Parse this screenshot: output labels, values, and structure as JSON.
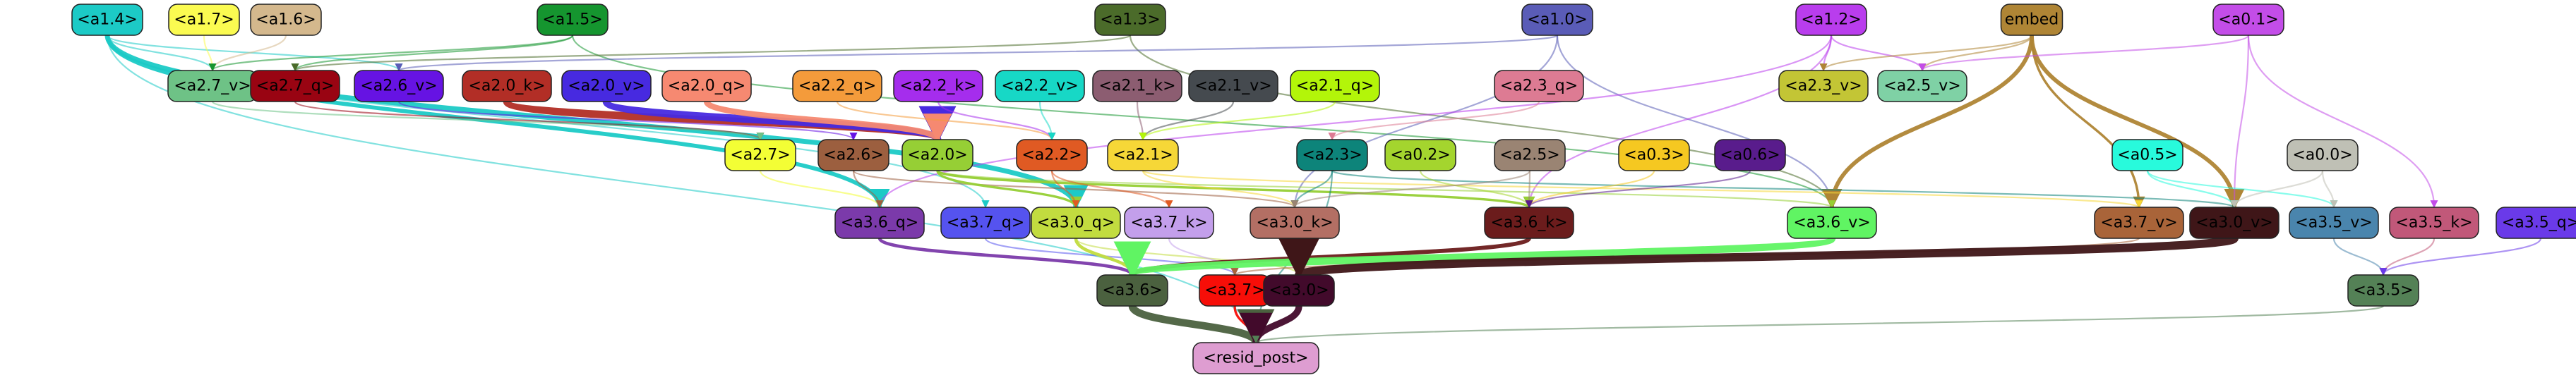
{
  "nodes": [
    {
      "id": "a1_4",
      "label": "<a1.4>",
      "color": "#1ccac6",
      "text": "#000000"
    },
    {
      "id": "a1_7",
      "label": "<a1.7>",
      "color": "#fbfb51",
      "text": "#000000"
    },
    {
      "id": "a1_6",
      "label": "<a1.6>",
      "color": "#d4b88d",
      "text": "#000000"
    },
    {
      "id": "a1_5",
      "label": "<a1.5>",
      "color": "#15952f",
      "text": "#000000"
    },
    {
      "id": "a1_3",
      "label": "<a1.3>",
      "color": "#4b6b2a",
      "text": "#000000"
    },
    {
      "id": "a1_0",
      "label": "<a1.0>",
      "color": "#5a5cb7",
      "text": "#000000"
    },
    {
      "id": "a1_2",
      "label": "<a1.2>",
      "color": "#b93ded",
      "text": "#000000"
    },
    {
      "id": "embed",
      "label": "embed",
      "color": "#af8535",
      "text": "#000000"
    },
    {
      "id": "a0_1",
      "label": "<a0.1>",
      "color": "#c34de8",
      "text": "#000000"
    },
    {
      "id": "a2_7_v",
      "label": "<a2.7_v>",
      "color": "#6ec286",
      "text": "#000000"
    },
    {
      "id": "a2_7_q",
      "label": "<a2.7_q>",
      "color": "#990412",
      "text": "#000000"
    },
    {
      "id": "a2_6_v",
      "label": "<a2.6_v>",
      "color": "#6613e3",
      "text": "#000000"
    },
    {
      "id": "a2_0_k",
      "label": "<a2.0_k>",
      "color": "#b22e26",
      "text": "#000000"
    },
    {
      "id": "a2_0_v",
      "label": "<a2.0_v>",
      "color": "#472ae0",
      "text": "#000000"
    },
    {
      "id": "a2_0_q",
      "label": "<a2.0_q>",
      "color": "#f68971",
      "text": "#000000"
    },
    {
      "id": "a2_2_q",
      "label": "<a2.2_q>",
      "color": "#f49b3b",
      "text": "#000000"
    },
    {
      "id": "a2_2_k",
      "label": "<a2.2_k>",
      "color": "#a52ded",
      "text": "#000000"
    },
    {
      "id": "a2_2_v",
      "label": "<a2.2_v>",
      "color": "#17d8c6",
      "text": "#000000"
    },
    {
      "id": "a2_1_k",
      "label": "<a2.1_k>",
      "color": "#8c5d71",
      "text": "#000000"
    },
    {
      "id": "a2_1_v",
      "label": "<a2.1_v>",
      "color": "#454a4f",
      "text": "#000000"
    },
    {
      "id": "a2_1_q",
      "label": "<a2.1_q>",
      "color": "#b3f509",
      "text": "#000000"
    },
    {
      "id": "a2_3_q",
      "label": "<a2.3_q>",
      "color": "#dd7b93",
      "text": "#000000"
    },
    {
      "id": "a2_3_v",
      "label": "<a2.3_v>",
      "color": "#c3c535",
      "text": "#000000"
    },
    {
      "id": "a2_5_v",
      "label": "<a2.5_v>",
      "color": "#7fd1a5",
      "text": "#000000"
    },
    {
      "id": "a2_7",
      "label": "<a2.7>",
      "color": "#f3fe35",
      "text": "#000000"
    },
    {
      "id": "a2_6",
      "label": "<a2.6>",
      "color": "#9c5f3f",
      "text": "#000000"
    },
    {
      "id": "a2_0",
      "label": "<a2.0>",
      "color": "#96cf35",
      "text": "#000000"
    },
    {
      "id": "a2_2",
      "label": "<a2.2>",
      "color": "#e05a23",
      "text": "#000000"
    },
    {
      "id": "a2_1",
      "label": "<a2.1>",
      "color": "#f6d737",
      "text": "#000000"
    },
    {
      "id": "a2_3",
      "label": "<a2.3>",
      "color": "#0d847a",
      "text": "#000000"
    },
    {
      "id": "a0_2",
      "label": "<a0.2>",
      "color": "#a4d52e",
      "text": "#000000"
    },
    {
      "id": "a2_5",
      "label": "<a2.5>",
      "color": "#9a8473",
      "text": "#000000"
    },
    {
      "id": "a0_3",
      "label": "<a0.3>",
      "color": "#f5c821",
      "text": "#000000"
    },
    {
      "id": "a0_6",
      "label": "<a0.6>",
      "color": "#591c8c",
      "text": "#000000"
    },
    {
      "id": "a0_5",
      "label": "<a0.5>",
      "color": "#28fadc",
      "text": "#000000"
    },
    {
      "id": "a0_0",
      "label": "<a0.0>",
      "color": "#bfc0b5",
      "text": "#000000"
    },
    {
      "id": "a3_6_q",
      "label": "<a3.6_q>",
      "color": "#7b3aaa",
      "text": "#000000"
    },
    {
      "id": "a3_7_q",
      "label": "<a3.7_q>",
      "color": "#5553ef",
      "text": "#000000"
    },
    {
      "id": "a3_0_q",
      "label": "<a3.0_q>",
      "color": "#c2dc3f",
      "text": "#000000"
    },
    {
      "id": "a3_7_k",
      "label": "<a3.7_k>",
      "color": "#c39feb",
      "text": "#000000"
    },
    {
      "id": "a3_0_k",
      "label": "<a3.0_k>",
      "color": "#b36f64",
      "text": "#000000"
    },
    {
      "id": "a3_6_k",
      "label": "<a3.6_k>",
      "color": "#6b1c1c",
      "text": "#000000"
    },
    {
      "id": "a3_6_v",
      "label": "<a3.6_v>",
      "color": "#60f463",
      "text": "#000000"
    },
    {
      "id": "a3_7_v",
      "label": "<a3.7_v>",
      "color": "#a96439",
      "text": "#000000"
    },
    {
      "id": "a3_0_v",
      "label": "<a3.0_v>",
      "color": "#3f1618",
      "text": "#000000"
    },
    {
      "id": "a3_5_v",
      "label": "<a3.5_v>",
      "color": "#4a85ad",
      "text": "#000000"
    },
    {
      "id": "a3_5_k",
      "label": "<a3.5_k>",
      "color": "#c15879",
      "text": "#000000"
    },
    {
      "id": "a3_5_q",
      "label": "<a3.5_q>",
      "color": "#6a3ae9",
      "text": "#000000"
    },
    {
      "id": "a3_6",
      "label": "<a3.6>",
      "color": "#4b613f",
      "text": "#000000"
    },
    {
      "id": "a3_7",
      "label": "<a3.7>",
      "color": "#f70e08",
      "text": "#000000"
    },
    {
      "id": "a3_0",
      "label": "<a3.0>",
      "color": "#420a2b",
      "text": "#000000"
    },
    {
      "id": "a3_5",
      "label": "<a3.5>",
      "color": "#548156",
      "text": "#000000"
    },
    {
      "id": "resid_post",
      "label": "<resid_post>",
      "color": "#de9dd1",
      "text": "#000000"
    }
  ],
  "edges": [
    {
      "from": "a1_4",
      "to": "a2_7_v",
      "color": "#1ccac6",
      "weight": 1
    },
    {
      "from": "a1_4",
      "to": "a3_6_q",
      "color": "#1ccac6",
      "weight": 4
    },
    {
      "from": "a1_4",
      "to": "a3_0_q",
      "color": "#1ccac6",
      "weight": 5
    },
    {
      "from": "a1_4",
      "to": "a2_6_v",
      "color": "#1ccac6",
      "weight": 1
    },
    {
      "from": "a1_4",
      "to": "resid_post",
      "color": "#1ccac6",
      "weight": 1
    },
    {
      "from": "a1_4",
      "to": "a3_7_q",
      "color": "#1ccac6",
      "weight": 1
    },
    {
      "from": "a1_7",
      "to": "a2_7_v",
      "color": "#fbfb51",
      "weight": 1
    },
    {
      "from": "a1_6",
      "to": "a2_7_v",
      "color": "#d4b88d",
      "weight": 1
    },
    {
      "from": "a1_5",
      "to": "a2_7_v",
      "color": "#15952f",
      "weight": 1
    },
    {
      "from": "a1_5",
      "to": "a2_7_q",
      "color": "#15952f",
      "weight": 1
    },
    {
      "from": "a1_5",
      "to": "a3_6_v",
      "color": "#15952f",
      "weight": 1
    },
    {
      "from": "a1_3",
      "to": "a2_7_q",
      "color": "#4b6b2a",
      "weight": 1
    },
    {
      "from": "a1_3",
      "to": "a3_6_v",
      "color": "#4b6b2a",
      "weight": 1
    },
    {
      "from": "a1_0",
      "to": "a2_6_v",
      "color": "#5a5cb7",
      "weight": 1
    },
    {
      "from": "a1_0",
      "to": "a3_6_v",
      "color": "#5a5cb7",
      "weight": 1
    },
    {
      "from": "a1_0",
      "to": "a3_0_k",
      "color": "#5a5cb7",
      "weight": 1
    },
    {
      "from": "a1_2",
      "to": "a2_3_v",
      "color": "#b93ded",
      "weight": 1
    },
    {
      "from": "a1_2",
      "to": "a2_5_v",
      "color": "#b93ded",
      "weight": 1
    },
    {
      "from": "a1_2",
      "to": "a3_6_k",
      "color": "#b93ded",
      "weight": 1
    },
    {
      "from": "a1_2",
      "to": "a3_6_q",
      "color": "#b93ded",
      "weight": 1
    },
    {
      "from": "embed",
      "to": "a3_6_v",
      "color": "#af8535",
      "weight": 4
    },
    {
      "from": "embed",
      "to": "a3_0_v",
      "color": "#af8535",
      "weight": 4
    },
    {
      "from": "embed",
      "to": "a3_7_v",
      "color": "#af8535",
      "weight": 2
    },
    {
      "from": "embed",
      "to": "a2_5_v",
      "color": "#af8535",
      "weight": 1
    },
    {
      "from": "embed",
      "to": "a2_3_v",
      "color": "#af8535",
      "weight": 1
    },
    {
      "from": "a0_1",
      "to": "a3_5_k",
      "color": "#c34de8",
      "weight": 1
    },
    {
      "from": "a0_1",
      "to": "a3_0_v",
      "color": "#c34de8",
      "weight": 1
    },
    {
      "from": "a0_1",
      "to": "a2_5_v",
      "color": "#c34de8",
      "weight": 1
    },
    {
      "from": "a2_0_k",
      "to": "a2_0",
      "color": "#b22e26",
      "weight": 8
    },
    {
      "from": "a2_0_v",
      "to": "a2_0",
      "color": "#472ae0",
      "weight": 8
    },
    {
      "from": "a2_0_q",
      "to": "a2_0",
      "color": "#f68971",
      "weight": 6
    },
    {
      "from": "a2_7_q",
      "to": "a2_7",
      "color": "#990412",
      "weight": 1
    },
    {
      "from": "a2_6_v",
      "to": "a2_6",
      "color": "#6613e3",
      "weight": 1
    },
    {
      "from": "a2_2_q",
      "to": "a2_2",
      "color": "#f49b3b",
      "weight": 1
    },
    {
      "from": "a2_2_k",
      "to": "a2_2",
      "color": "#a52ded",
      "weight": 1
    },
    {
      "from": "a2_2_v",
      "to": "a2_2",
      "color": "#17d8c6",
      "weight": 1
    },
    {
      "from": "a2_1_k",
      "to": "a2_1",
      "color": "#8c5d71",
      "weight": 1
    },
    {
      "from": "a2_1_v",
      "to": "a2_1",
      "color": "#454a4f",
      "weight": 1
    },
    {
      "from": "a2_1_q",
      "to": "a2_1",
      "color": "#b3f509",
      "weight": 1
    },
    {
      "from": "a2_3_q",
      "to": "a2_3",
      "color": "#dd7b93",
      "weight": 1
    },
    {
      "from": "a2_7_v",
      "to": "a2_7",
      "color": "#6ec286",
      "weight": 1
    },
    {
      "from": "a2_7",
      "to": "a3_6_q",
      "color": "#f3fe35",
      "weight": 1
    },
    {
      "from": "a2_6",
      "to": "a3_6_q",
      "color": "#9c5f3f",
      "weight": 1
    },
    {
      "from": "a2_6",
      "to": "a3_0_k",
      "color": "#9c5f3f",
      "weight": 1
    },
    {
      "from": "a2_0",
      "to": "a3_0_q",
      "color": "#96cf35",
      "weight": 2
    },
    {
      "from": "a2_0",
      "to": "a3_6_k",
      "color": "#96cf35",
      "weight": 2
    },
    {
      "from": "a2_0",
      "to": "a3_6_v",
      "color": "#96cf35",
      "weight": 1
    },
    {
      "from": "a2_2",
      "to": "a3_0_q",
      "color": "#e05a23",
      "weight": 1
    },
    {
      "from": "a2_2",
      "to": "a3_7_k",
      "color": "#e05a23",
      "weight": 1
    },
    {
      "from": "a2_1",
      "to": "a3_0_k",
      "color": "#f6d737",
      "weight": 1
    },
    {
      "from": "a2_1",
      "to": "a3_7_v",
      "color": "#f6d737",
      "weight": 1
    },
    {
      "from": "a2_3",
      "to": "a3_0_k",
      "color": "#0d847a",
      "weight": 1
    },
    {
      "from": "a2_3",
      "to": "a3_0_v",
      "color": "#0d847a",
      "weight": 1
    },
    {
      "from": "a2_3",
      "to": "resid_post",
      "color": "#0d847a",
      "weight": 1
    },
    {
      "from": "a0_2",
      "to": "a3_6_k",
      "color": "#a4d52e",
      "weight": 1
    },
    {
      "from": "a2_5",
      "to": "a3_6_k",
      "color": "#9a8473",
      "weight": 1
    },
    {
      "from": "a2_5",
      "to": "a3_0_k",
      "color": "#9a8473",
      "weight": 1
    },
    {
      "from": "a0_3",
      "to": "a3_6_k",
      "color": "#f5c821",
      "weight": 1
    },
    {
      "from": "a0_6",
      "to": "a3_6_k",
      "color": "#591c8c",
      "weight": 1
    },
    {
      "from": "a0_5",
      "to": "a3_5_v",
      "color": "#28fadc",
      "weight": 1
    },
    {
      "from": "a0_5",
      "to": "a3_0_v",
      "color": "#28fadc",
      "weight": 1
    },
    {
      "from": "a0_0",
      "to": "a3_0_v",
      "color": "#bfc0b5",
      "weight": 1
    },
    {
      "from": "a0_0",
      "to": "a3_5_v",
      "color": "#bfc0b5",
      "weight": 1
    },
    {
      "from": "a3_6_q",
      "to": "a3_6",
      "color": "#7b3aaa",
      "weight": 3
    },
    {
      "from": "a3_7_q",
      "to": "a3_7",
      "color": "#5553ef",
      "weight": 1
    },
    {
      "from": "a3_0_q",
      "to": "a3_0",
      "color": "#c2dc3f",
      "weight": 1
    },
    {
      "from": "a3_0_q",
      "to": "a3_6",
      "color": "#c2dc3f",
      "weight": 3
    },
    {
      "from": "a3_7_k",
      "to": "a3_7",
      "color": "#c39feb",
      "weight": 1
    },
    {
      "from": "a3_0_k",
      "to": "a3_0",
      "color": "#b36f64",
      "weight": 2
    },
    {
      "from": "a3_6_k",
      "to": "a3_6",
      "color": "#6b1c1c",
      "weight": 4
    },
    {
      "from": "a3_6_v",
      "to": "a3_6",
      "color": "#60f463",
      "weight": 8
    },
    {
      "from": "a3_7_v",
      "to": "a3_7",
      "color": "#a96439",
      "weight": 1
    },
    {
      "from": "a3_0_v",
      "to": "a3_0",
      "color": "#3f1618",
      "weight": 9
    },
    {
      "from": "a3_5_v",
      "to": "a3_5",
      "color": "#4a85ad",
      "weight": 1
    },
    {
      "from": "a3_5_k",
      "to": "a3_5",
      "color": "#c15879",
      "weight": 1
    },
    {
      "from": "a3_5_q",
      "to": "a3_5",
      "color": "#6a3ae9",
      "weight": 1
    },
    {
      "from": "a3_6",
      "to": "resid_post",
      "color": "#4b613f",
      "weight": 8
    },
    {
      "from": "a3_7",
      "to": "resid_post",
      "color": "#f70e08",
      "weight": 2
    },
    {
      "from": "a3_0",
      "to": "resid_post",
      "color": "#420a2b",
      "weight": 7
    },
    {
      "from": "a3_5",
      "to": "resid_post",
      "color": "#548156",
      "weight": 1
    }
  ]
}
